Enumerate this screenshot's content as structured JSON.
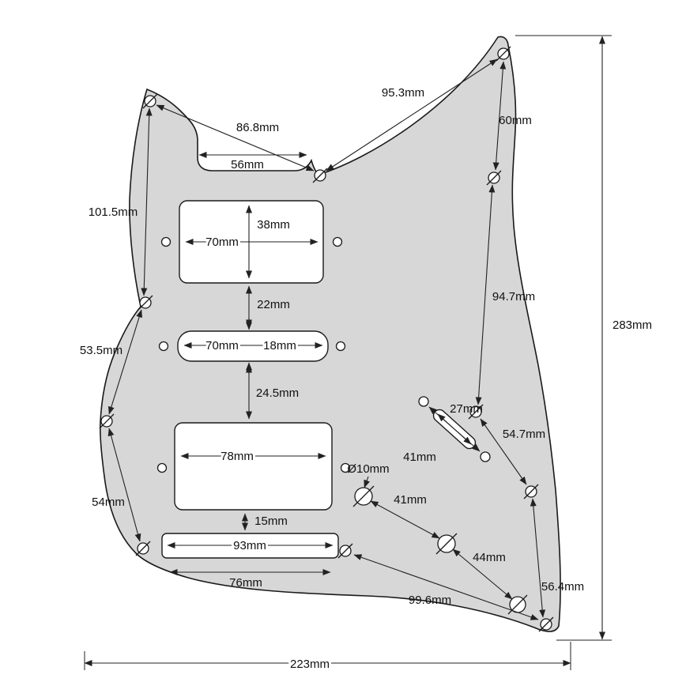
{
  "colors": {
    "background": "#ffffff",
    "pickguard_fill": "#d7d7d7",
    "cutout_fill": "#ffffff",
    "line": "#1f1f1f"
  },
  "dimensions": {
    "horn_to_neck_screw": "86.8mm",
    "neck_screw_to_right_horn": "95.3mm",
    "right_horn_screw_gap": "60mm",
    "neck_pocket_width": "56mm",
    "upper_left_screw_gap": "101.5mm",
    "left_middle_screw_gap": "53.5mm",
    "left_lower_screw_gap": "54mm",
    "neck_pickup_height": "38mm",
    "neck_pickup_width": "70mm",
    "neck_to_middle_gap": "22mm",
    "middle_pickup_width": "70mm",
    "middle_pickup_height": "18mm",
    "middle_to_bridge_gap": "24.5mm",
    "bridge_pickup_width": "78mm",
    "right_upper_screw_gap": "94.7mm",
    "overall_height": "283mm",
    "overall_width": "223mm",
    "switch_slot_length": "27mm",
    "switch_screw_spacing": "41mm",
    "right_middle_screw_gap": "54.7mm",
    "pot_hole_diameter": "Ø10mm",
    "pot_spacing": "41mm",
    "pot_to_jack_spacing": "44mm",
    "right_lower_screw_gap": "56.4mm",
    "bottom_diagonal": "99.6mm",
    "tremolo_cavity_width": "93mm",
    "tremolo_screw_spacing": "76mm",
    "bridge_to_tremolo_gap": "15mm"
  }
}
